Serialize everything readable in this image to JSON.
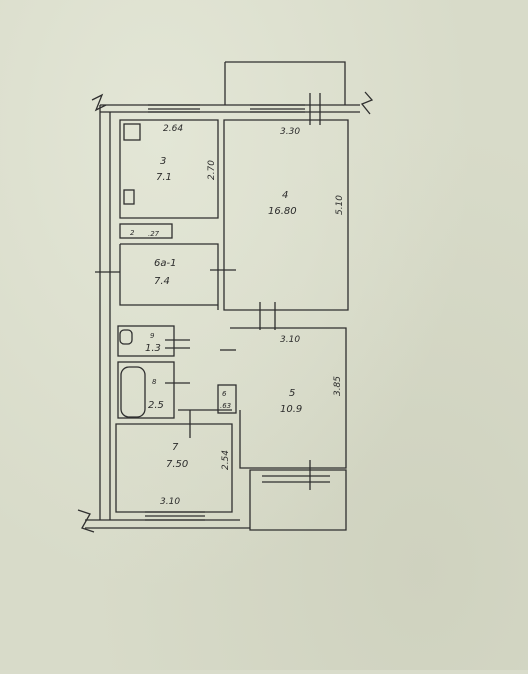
{
  "rooms": [
    {
      "id": "3",
      "num": "3",
      "area": "7.1",
      "dim_w": "2.64",
      "dim_h": "2.70"
    },
    {
      "id": "4",
      "num": "4",
      "area": "16.80",
      "dim_w": "3.30",
      "dim_h": "5.10"
    },
    {
      "id": "6a",
      "num": "6a-1",
      "area": "7.4"
    },
    {
      "id": "9",
      "num": "9",
      "area": "1.3"
    },
    {
      "id": "8",
      "num": "8",
      "area": "2.5"
    },
    {
      "id": "5",
      "num": "5",
      "area": "10.9",
      "dim_w": "3.10",
      "dim_h": "3.85"
    },
    {
      "id": "7",
      "num": "7",
      "area": "7.50",
      "dim_w": "3.10",
      "dim_h": "2.54"
    }
  ],
  "closets": [
    {
      "id": "2",
      "num": "2",
      "area": ".27"
    },
    {
      "id": "6",
      "num": "6",
      "area": ".63"
    }
  ],
  "colors": {
    "paper": "#d8dbc9",
    "ink": "#2b2b2b"
  }
}
